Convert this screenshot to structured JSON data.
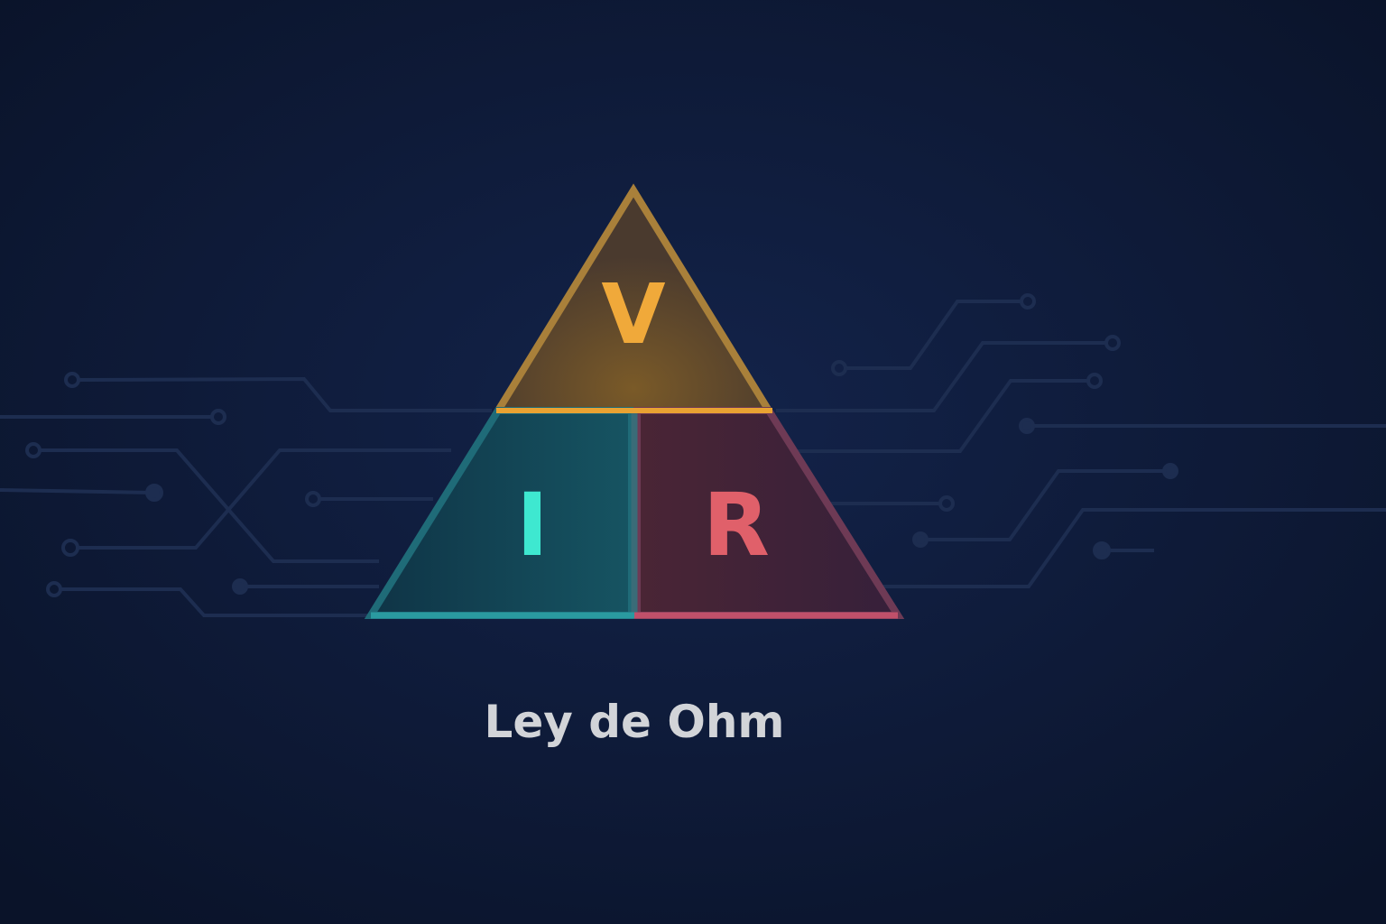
{
  "diagram": {
    "title": "Ley de Ohm",
    "sections": {
      "top": {
        "symbol": "V",
        "color": "#f0a93a"
      },
      "bottom_left": {
        "symbol": "I",
        "color": "#3ee8d0"
      },
      "bottom_right": {
        "symbol": "R",
        "color": "#e0606a"
      }
    },
    "background_color": "#0f1d3d",
    "circuit_color": "#1f2f52"
  }
}
